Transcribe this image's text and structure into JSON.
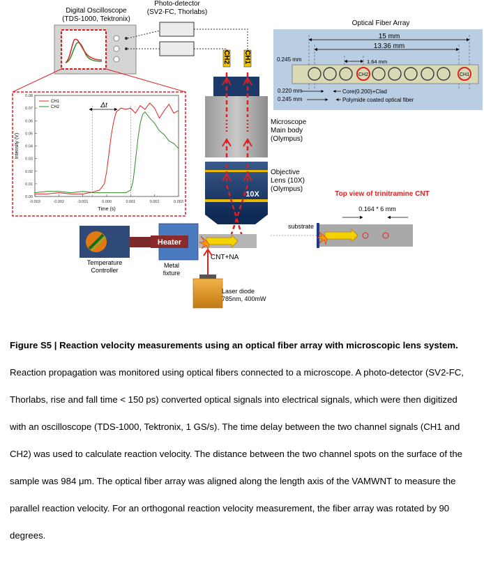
{
  "oscilloscope": {
    "title_line1": "Digital Oscilloscope",
    "title_line2": "(TDS-1000, Tektronix)"
  },
  "photodetector": {
    "title_line1": "Photo-detector",
    "title_line2": "(SV2-FC, Thorlabs)"
  },
  "channels": {
    "ch1": "CH1",
    "ch2": "CH2"
  },
  "fiber_array": {
    "title": "Optical Fiber Array",
    "dim_total": "15 mm",
    "dim_inner": "13.36 mm",
    "dim_pitch": "1.64 mm",
    "dim_height": "0.245 mm",
    "dim_core": "0.220 mm",
    "dim_coating": "0.245 mm",
    "label_core": "Core(0.200)+Clad",
    "label_coating": "Polymide coated optical fiber",
    "fiber_ch2": "CH2",
    "fiber_ch1": "CH1"
  },
  "microscope": {
    "body_line1": "Microscope",
    "body_line2": "Main body",
    "body_line3": "(Olympus)",
    "obj_line1": "Objective",
    "obj_line2": "Lens (10X)",
    "obj_line3": "(Olympus)",
    "magnification": "10X"
  },
  "top_view": {
    "title": "Top view of trinitramine CNT",
    "dims": "0.164 * 6 mm",
    "substrate": "substrate"
  },
  "heater": {
    "label": "Heater",
    "fixture_line1": "Metal",
    "fixture_line2": "fixture"
  },
  "temp_controller": {
    "line1": "Temperature",
    "line2": "Controller"
  },
  "sample_label": "CNT+NA",
  "laser": {
    "line1": "Laser diode",
    "line2": "785nm, 400mW"
  },
  "delta_t": "Δt",
  "chart_data": {
    "type": "line",
    "xlabel": "Time (s)",
    "ylabel": "Intensity (V)",
    "xlim": [
      -0.003,
      0.003
    ],
    "ylim": [
      0,
      0.08
    ],
    "x_ticks": [
      "-0.003",
      "-0.002",
      "-0.001",
      "0.000",
      "0.001",
      "0.002",
      "0.003"
    ],
    "y_ticks": [
      "0.00",
      "0.01",
      "0.02",
      "0.03",
      "0.04",
      "0.05",
      "0.06",
      "0.07",
      "0.08"
    ],
    "legend_position": "top-left",
    "series": [
      {
        "name": "CH1",
        "color": "#e02020",
        "x": [
          -0.003,
          -0.0025,
          -0.002,
          -0.0015,
          -0.001,
          -0.0007,
          -0.0005,
          -0.0003,
          -0.0001,
          0.0,
          0.0001,
          0.0002,
          0.0003,
          0.0004,
          0.0006,
          0.0008,
          0.001,
          0.0012,
          0.0014,
          0.0016,
          0.0018,
          0.002,
          0.0022,
          0.0024,
          0.0026,
          0.0028,
          0.003
        ],
        "y": [
          0.002,
          0.002,
          0.003,
          0.002,
          0.002,
          0.003,
          0.004,
          0.005,
          0.01,
          0.02,
          0.035,
          0.05,
          0.06,
          0.067,
          0.07,
          0.069,
          0.07,
          0.066,
          0.072,
          0.069,
          0.074,
          0.07,
          0.062,
          0.068,
          0.073,
          0.066,
          0.068
        ]
      },
      {
        "name": "CH2",
        "color": "#2a8a2a",
        "x": [
          -0.003,
          -0.0025,
          -0.002,
          -0.0015,
          -0.001,
          -0.0005,
          0.0,
          0.0005,
          0.0008,
          0.001,
          0.0011,
          0.0012,
          0.0013,
          0.0014,
          0.0015,
          0.0016,
          0.0018,
          0.002,
          0.0022,
          0.0024,
          0.0026,
          0.0028,
          0.003
        ],
        "y": [
          0.003,
          0.004,
          0.004,
          0.003,
          0.004,
          0.003,
          0.003,
          0.003,
          0.003,
          0.005,
          0.012,
          0.028,
          0.045,
          0.058,
          0.065,
          0.067,
          0.062,
          0.058,
          0.052,
          0.049,
          0.044,
          0.042,
          0.038
        ]
      }
    ]
  },
  "caption": {
    "title": "Figure S5 | Reaction velocity measurements using an optical fiber array with microscopic lens system.",
    "body": "Reaction propagation was monitored using optical fibers connected to a microscope. A photo-detector (SV2-FC, Thorlabs, rise and fall time < 150 ps) converted optical signals into electrical signals, which were then digitized with an oscilloscope (TDS-1000, Tektronix, 1 GS/s). The time delay between the two channel signals (CH1 and CH2) was used to calculate reaction velocity. The distance between the two channel spots on the surface of the sample was 984 μm. The optical fiber array was aligned along the length axis of the VAMWNT to measure the parallel reaction velocity. For an orthogonal reaction velocity measurement, the fiber array was rotated by 90 degrees."
  }
}
